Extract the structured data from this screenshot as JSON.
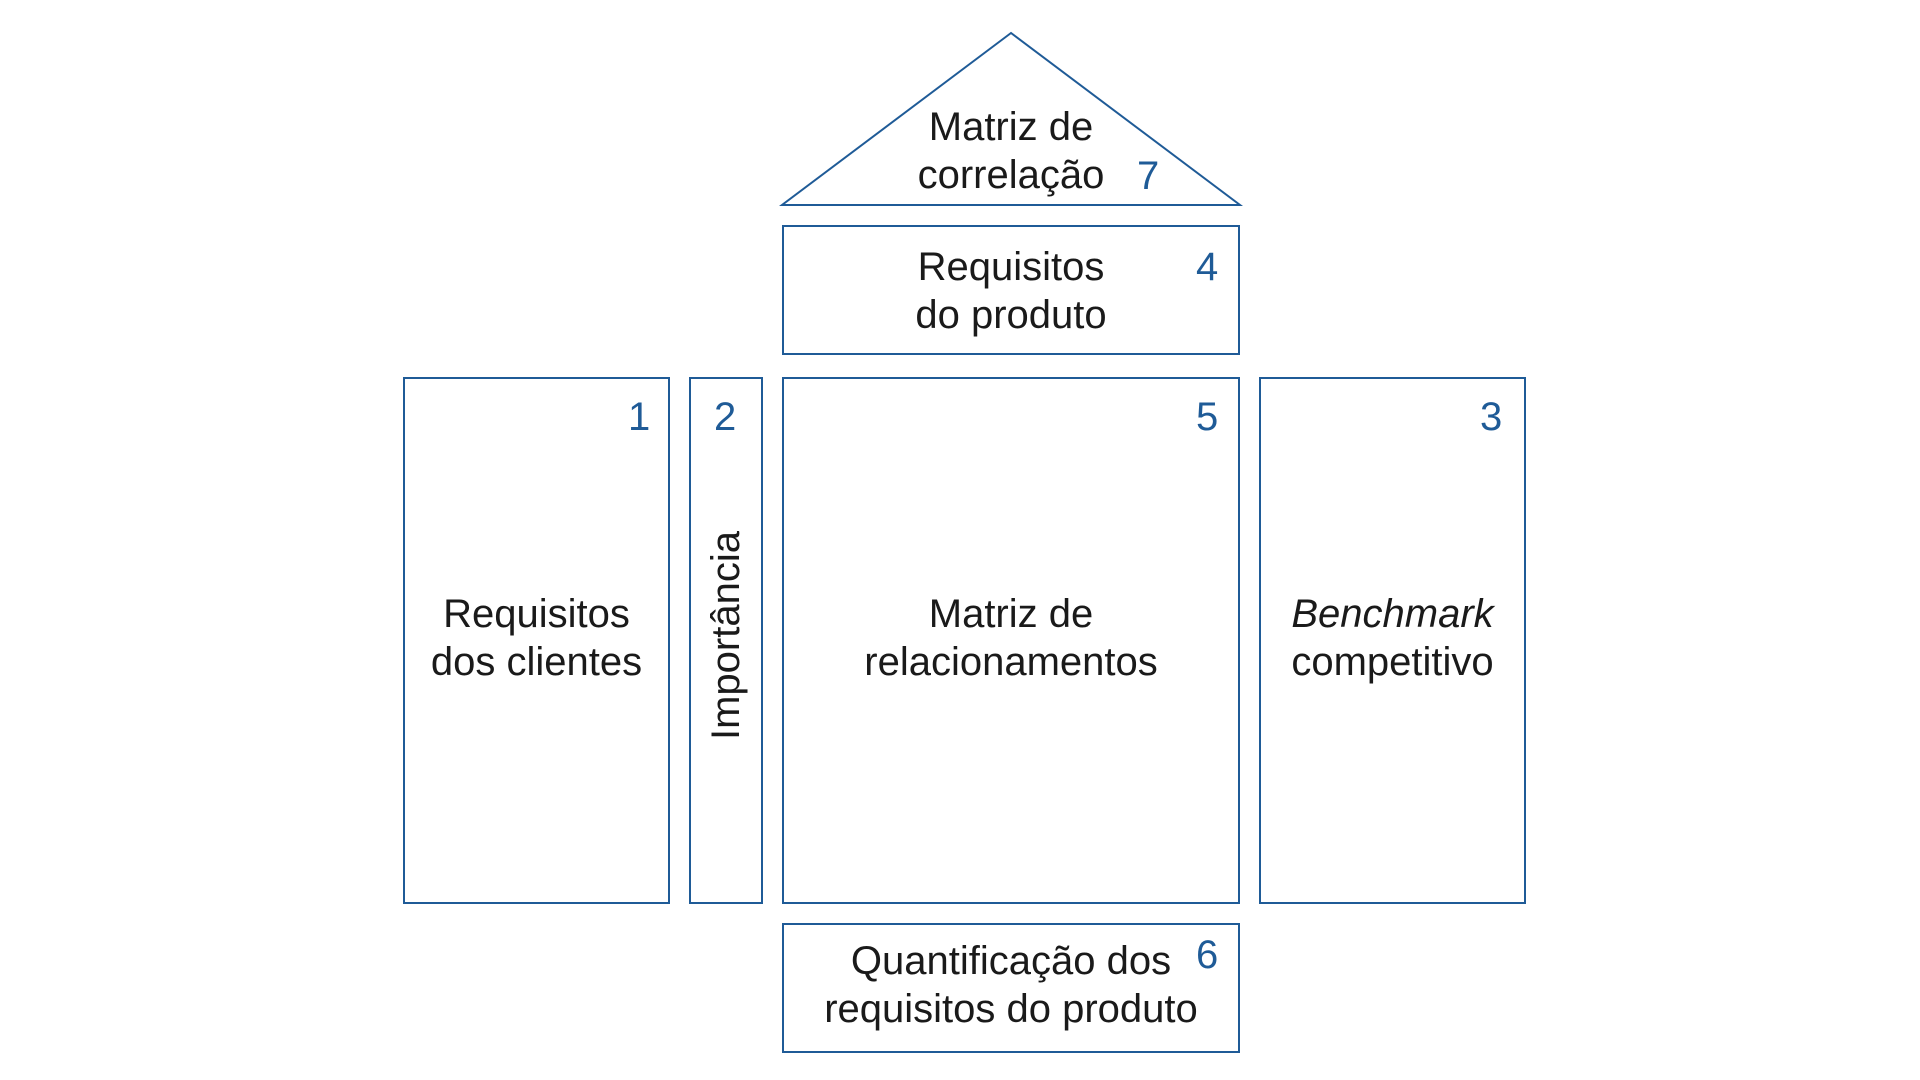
{
  "colors": {
    "border": "#1f5b97",
    "number": "#1f5b97",
    "text": "#1a1a1a"
  },
  "roof": {
    "number": "7",
    "line1": "Matriz de",
    "line2": "correlação"
  },
  "product_requirements": {
    "number": "4",
    "line1": "Requisitos",
    "line2": "do produto"
  },
  "customer_requirements": {
    "number": "1",
    "line1": "Requisitos",
    "line2": "dos clientes"
  },
  "importance": {
    "number": "2",
    "label": "Importância"
  },
  "relationship_matrix": {
    "number": "5",
    "line1": "Matriz de",
    "line2": "relacionamentos"
  },
  "competitive_benchmark": {
    "number": "3",
    "line1": "Benchmark",
    "line2": "competitivo"
  },
  "quantification": {
    "number": "6",
    "line1": "Quantificação dos",
    "line2": "requisitos do produto"
  }
}
